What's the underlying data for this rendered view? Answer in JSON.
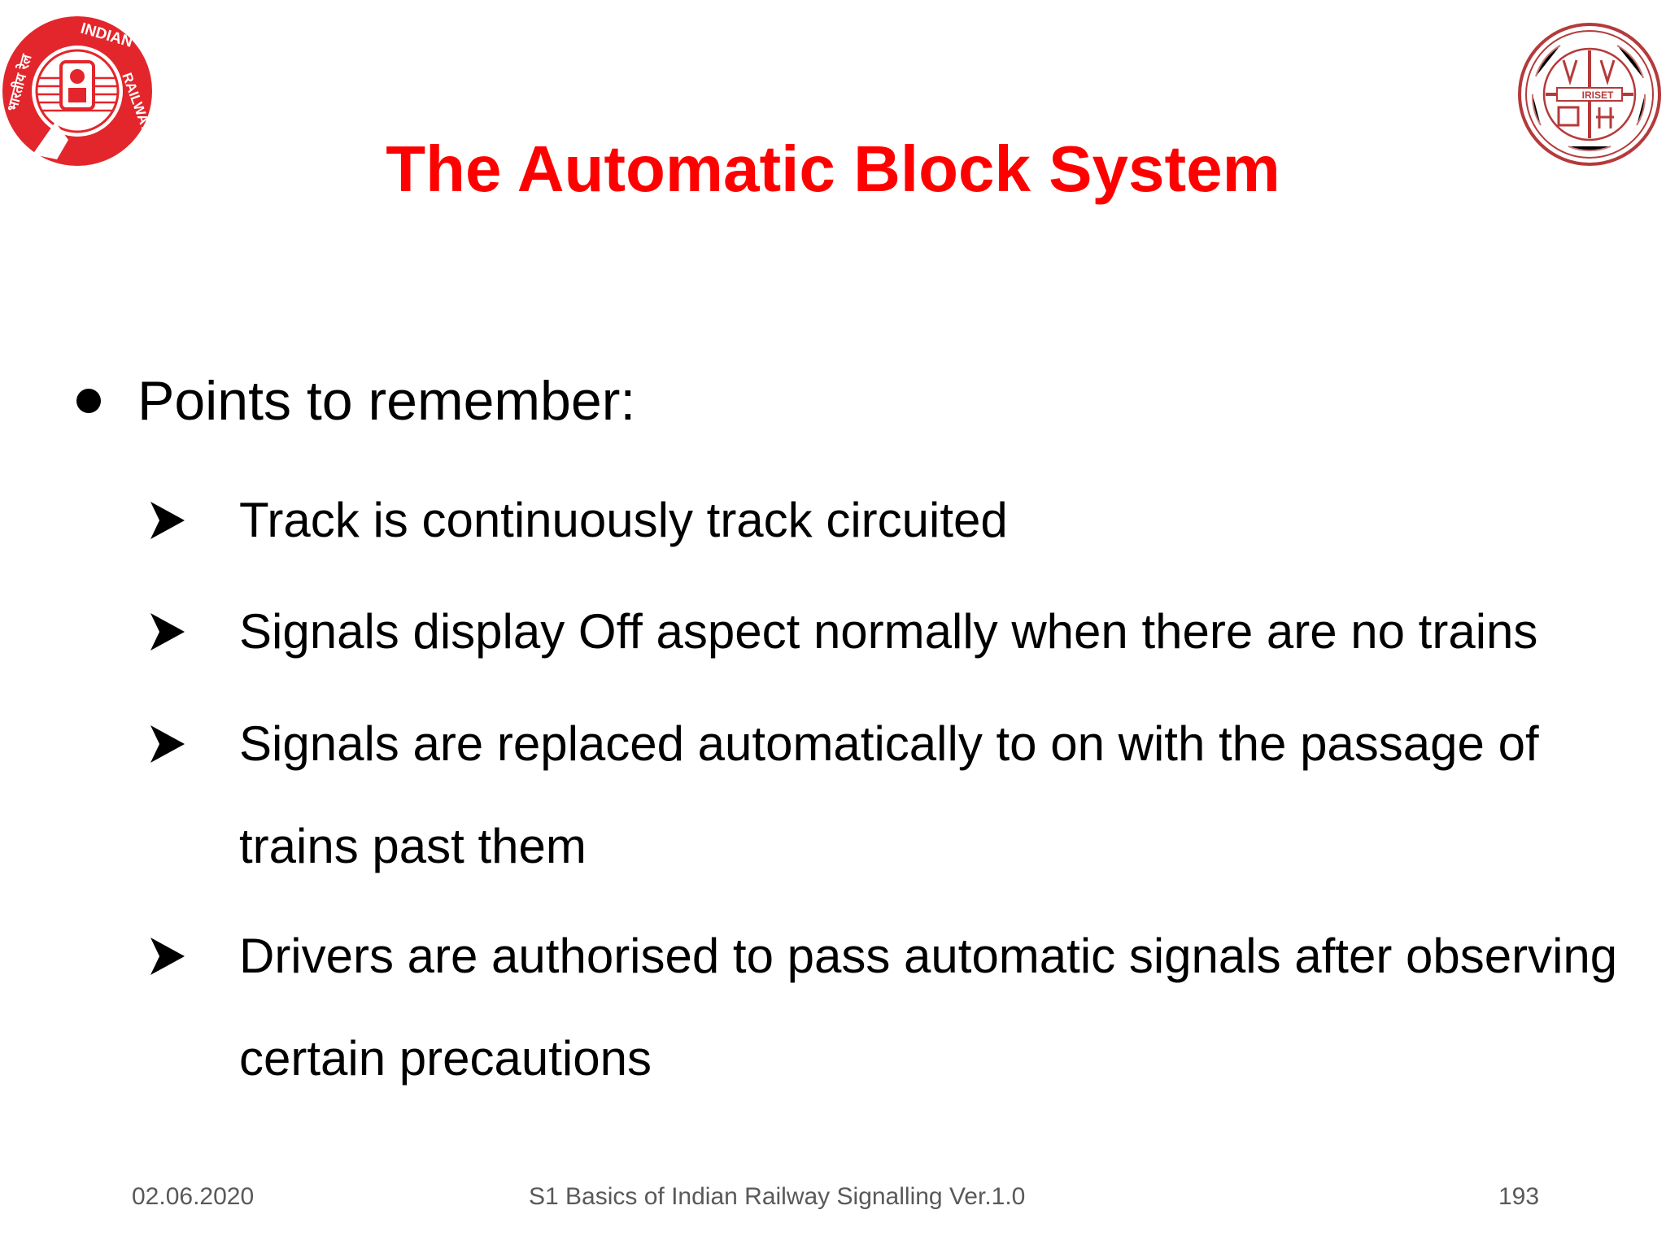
{
  "logos": {
    "left": {
      "name": "Indian Railways logo",
      "text": "INDIAN RAILWAYS",
      "hindi_text": "भारतीय रेल",
      "color": "#e3262b"
    },
    "right": {
      "name": "IRISET logo",
      "text": "IRISET",
      "color": "#b53a3a"
    }
  },
  "slide": {
    "title": "The Automatic Block System",
    "title_color": "#ff0000",
    "main_bullet": "Points to remember:",
    "sub_bullets": [
      "Track is continuously track circuited",
      "Signals display Off aspect normally when there are no trains",
      "Signals are replaced automatically to on with the passage of trains past them",
      "Drivers are authorised to pass automatic signals after observing certain precautions"
    ],
    "bullet_icons": {
      "main": "filled-circle-bullet",
      "sub": "arrowhead-bullet"
    }
  },
  "footer": {
    "date": "02.06.2020",
    "course": "S1 Basics of Indian Railway Signalling  Ver.1.0",
    "page_number": "193",
    "color": "#595959"
  }
}
